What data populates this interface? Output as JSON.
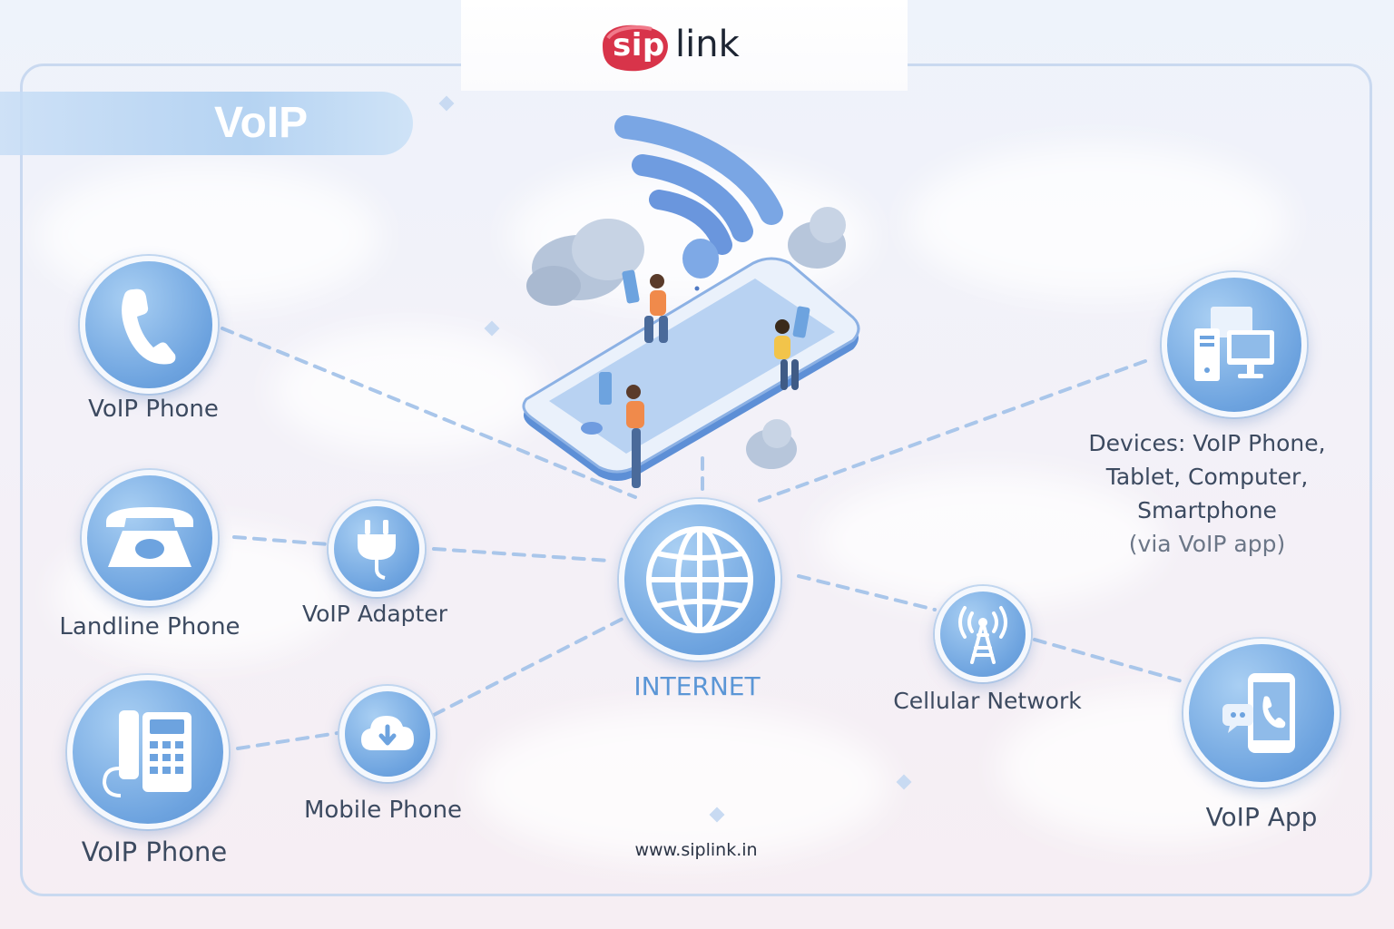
{
  "brand": {
    "logo_sip": "sip",
    "logo_link": "link",
    "website": "www.siplink.in"
  },
  "header": {
    "title": "VoIP"
  },
  "center": {
    "internet_label": "INTERNET"
  },
  "left_nodes": {
    "voip_phone_top": {
      "label": "VoIP Phone",
      "icon": "handset-icon"
    },
    "landline_phone": {
      "label": "Landline Phone",
      "icon": "rotary-phone-icon"
    },
    "voip_adapter": {
      "label": "VoIP Adapter",
      "icon": "plug-icon"
    },
    "voip_phone_bottom": {
      "label": "VoIP Phone",
      "icon": "desk-phone-icon"
    },
    "mobile_phone": {
      "label": "Mobile Phone",
      "icon": "cloud-download-icon"
    }
  },
  "right_nodes": {
    "devices": {
      "label_line1": "Devices: VoIP Phone,",
      "label_line2": "Tablet, Computer,",
      "label_line3": "Smartphone",
      "label_sub": "(via VoIP app)",
      "icon": "computer-devices-icon"
    },
    "cellular": {
      "label": "Cellular Network",
      "icon": "cell-tower-icon"
    },
    "voip_app": {
      "label": "VoIP App",
      "icon": "smartphone-call-icon"
    }
  },
  "colors": {
    "accent": "#6da3df",
    "brand_red": "#d8344a",
    "frame": "#c9d9f0",
    "text": "#3c4a60",
    "internet_text": "#5b96d6"
  }
}
